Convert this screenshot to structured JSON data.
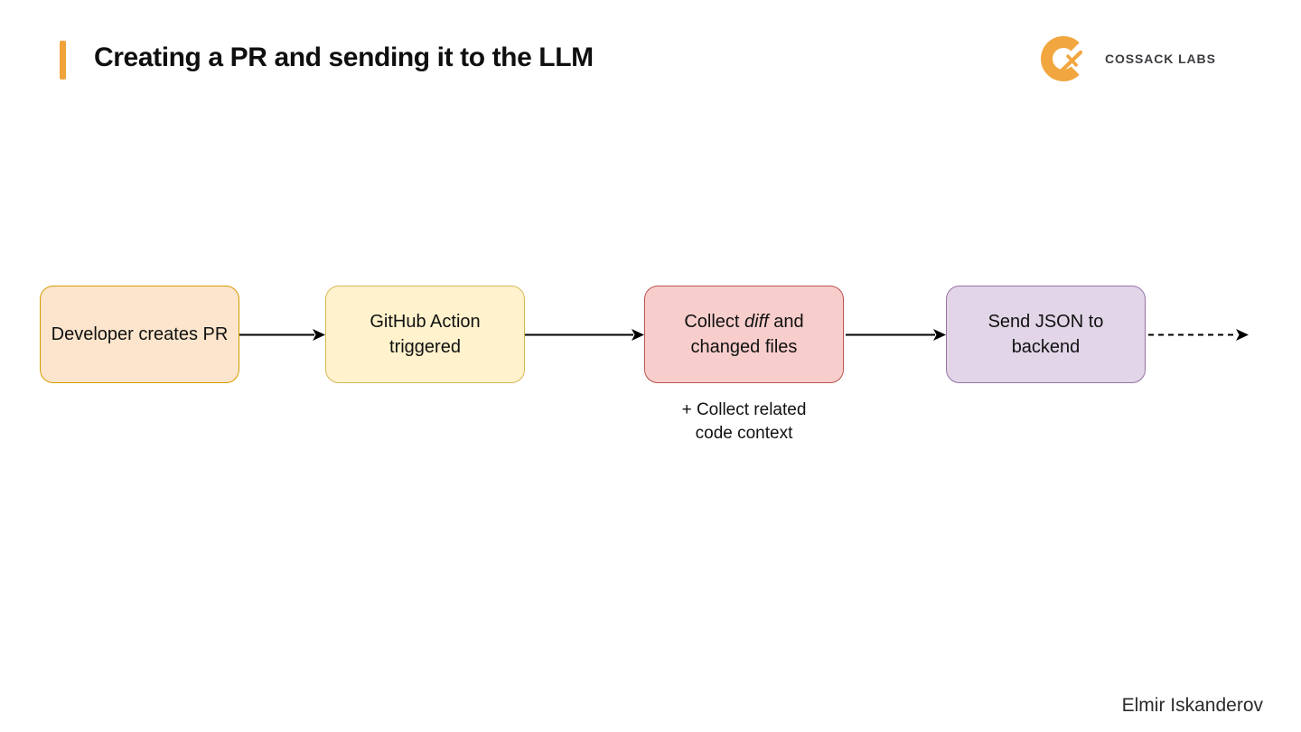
{
  "header": {
    "title": "Creating a PR and sending it to the LLM",
    "accent_color": "#F1A33B"
  },
  "logo": {
    "company": "COSSACK LABS",
    "icon": "cossack-labs-saber-c-icon",
    "icon_color": "#F2A63F",
    "text_color": "#3C3C40"
  },
  "diagram": {
    "type": "flowchart",
    "arrow_color": "#000000",
    "nodes": [
      {
        "id": "developer-creates-pr",
        "label": "Developer creates PR",
        "fill": "#FCE5CC",
        "border": "#D79B00"
      },
      {
        "id": "github-action-triggered",
        "label": "GitHub Action\ntriggered",
        "fill": "#FFF2CC",
        "border": "#D6B656"
      },
      {
        "id": "collect-diff-and-changed-files",
        "label_pre": "Collect ",
        "label_italic": "diff",
        "label_post": " and\nchanged files",
        "note": "+ Collect related\ncode context",
        "fill": "#F8CECC",
        "border": "#B85450"
      },
      {
        "id": "send-json-to-backend",
        "label": "Send JSON to\nbackend",
        "fill": "#E1D5E7",
        "border": "#9673A6"
      }
    ],
    "connectors": [
      {
        "from": "developer-creates-pr",
        "to": "github-action-triggered",
        "style": "solid"
      },
      {
        "from": "github-action-triggered",
        "to": "collect-diff-and-changed-files",
        "style": "solid"
      },
      {
        "from": "collect-diff-and-changed-files",
        "to": "send-json-to-backend",
        "style": "solid"
      },
      {
        "from": "send-json-to-backend",
        "to": "off-slide-next-step",
        "style": "dashed"
      }
    ]
  },
  "footer": {
    "author": "Elmir Iskanderov"
  }
}
